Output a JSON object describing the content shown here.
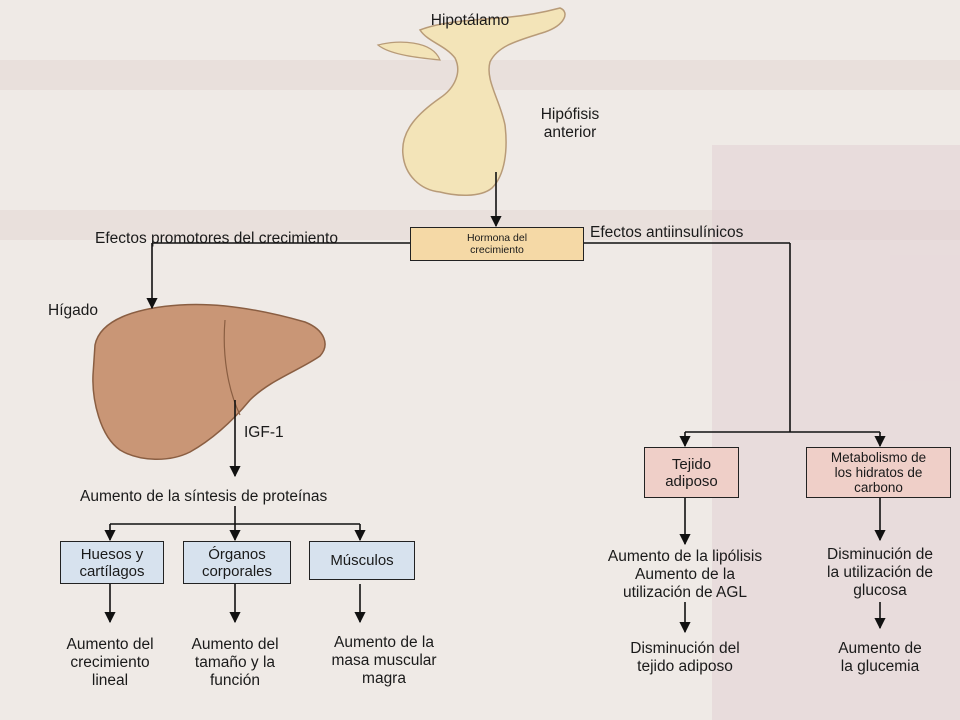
{
  "labels": {
    "hypothalamus": "Hipotálamo",
    "pituitary_1": "Hipófisis",
    "pituitary_2": "anterior",
    "promoting_effects": "Efectos promotores del crecimiento",
    "anti_insulin_effects": "Efectos antiinsulínicos",
    "liver": "Hígado",
    "igf1": "IGF-1",
    "protein_synthesis": "Aumento de la síntesis de proteínas",
    "lipolysis_1": "Aumento de la lipólisis",
    "lipolysis_2": "Aumento de la",
    "lipolysis_3": "utilización de AGL",
    "glucose_use_1": "Disminución de",
    "glucose_use_2": "la utilización de",
    "glucose_use_3": "glucosa",
    "linear_growth_1": "Aumento del",
    "linear_growth_2": "crecimiento",
    "linear_growth_3": "lineal",
    "organ_size_1": "Aumento del",
    "organ_size_2": "tamaño y la",
    "organ_size_3": "función",
    "muscle_mass_1": "Aumento de la",
    "muscle_mass_2": "masa muscular",
    "muscle_mass_3": "magra",
    "fat_decrease_1": "Disminución del",
    "fat_decrease_2": "tejido adiposo",
    "glycemia_1": "Aumento de",
    "glycemia_2": "la glucemia"
  },
  "boxes": {
    "growth_hormone_1": "Hormona del",
    "growth_hormone_2": "crecimiento",
    "bones_1": "Huesos y",
    "bones_2": "cartílagos",
    "organs_1": "Órganos",
    "organs_2": "corporales",
    "muscles": "Músculos",
    "adipose_1": "Tejido",
    "adipose_2": "adiposo",
    "carb_1": "Metabolismo de",
    "carb_2": "los hidratos de",
    "carb_3": "carbono"
  },
  "colors": {
    "gland": "#f3e4b8",
    "liver": "#c99676",
    "hormone_box": "#f5d9a6",
    "blue_box": "#d7e2ee",
    "pink_box": "#efcfc8"
  }
}
